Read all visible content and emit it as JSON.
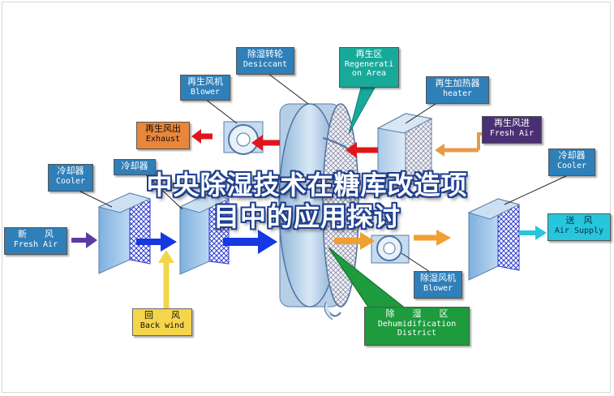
{
  "colors": {
    "label_blue": "#2f7fb9",
    "label_orange": "#e8863a",
    "label_purple": "#4b2f74",
    "label_cyan": "#27c6dc",
    "label_yellow": "#f5d54b",
    "label_green": "#1d9b3d",
    "arrow_red": "#e0161b",
    "arrow_blue": "#1638e0",
    "arrow_orange": "#f0a030",
    "arrow_yellow": "#f2d64a",
    "headline_text": "#ffffff",
    "headline_outline": "#1f3f8f"
  },
  "labels": {
    "desiccant": {
      "zh": "除湿转轮",
      "en": "Desiccant"
    },
    "regeneration_area": {
      "zh": "再生区",
      "en1": "Regenerati",
      "en2": "on Area"
    },
    "regen_blower": {
      "zh": "再生风机",
      "en": "Blower"
    },
    "regen_heater": {
      "zh": "再生加热器",
      "en": "heater"
    },
    "regen_exhaust": {
      "zh": "再生风出",
      "en": "Exhaust"
    },
    "regen_fresh_air": {
      "zh": "再生风进",
      "en": "Fresh Air"
    },
    "cooler_left_1": {
      "zh": "冷却器",
      "en": "Cooler"
    },
    "cooler_left_2": {
      "zh": "冷却器"
    },
    "cooler_right": {
      "zh": "冷却器",
      "en": "Cooler"
    },
    "fresh_air": {
      "zh": "新　　风",
      "en": "Fresh Air"
    },
    "air_supply": {
      "zh": "送　风",
      "en": "Air Supply"
    },
    "back_wind": {
      "zh": "回　　风",
      "en": "Back wind"
    },
    "dehum_blower": {
      "zh": "除湿风机",
      "en": "Blower"
    },
    "dehum_district": {
      "zh": "除　　湿　　区",
      "en1": "Dehumidification",
      "en2": "District"
    }
  },
  "headline": {
    "line1": "中央除湿技术在糖库改造项",
    "line2": "目中的应用探讨"
  }
}
